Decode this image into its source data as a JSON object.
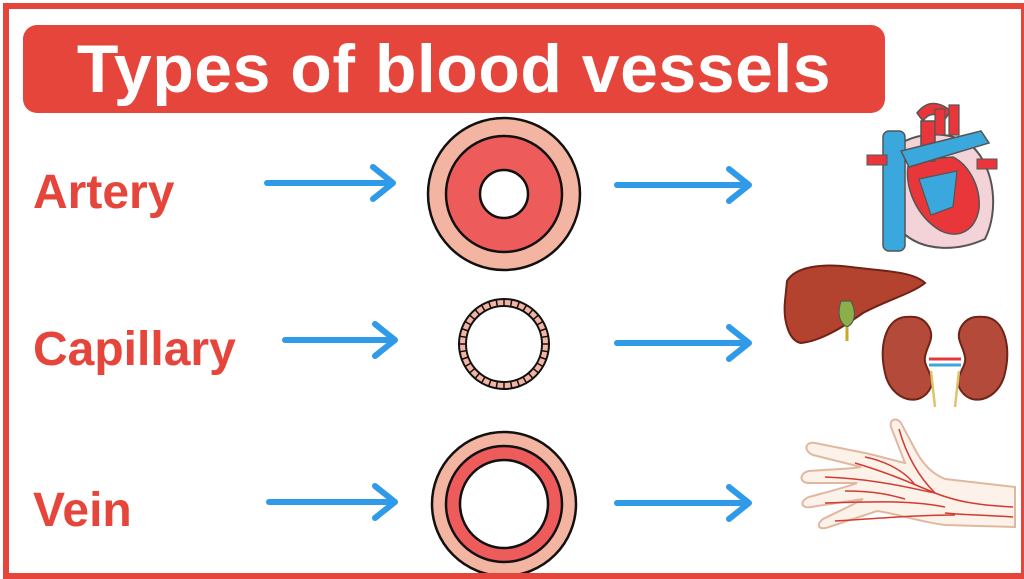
{
  "title": "Types of blood vessels",
  "rows": [
    {
      "label": "Artery",
      "organ_icon": "heart-icon"
    },
    {
      "label": "Capillary",
      "organ_icon": "liver-kidneys-icon"
    },
    {
      "label": "Vein",
      "organ_icon": "hand-veins-icon"
    }
  ],
  "colors": {
    "accent": "#e5453a",
    "arrow": "#2f9be8",
    "vessel_outer": "#f3b4a1",
    "vessel_middle": "#ee5b5b",
    "vein_blue": "#3aa8dc"
  }
}
